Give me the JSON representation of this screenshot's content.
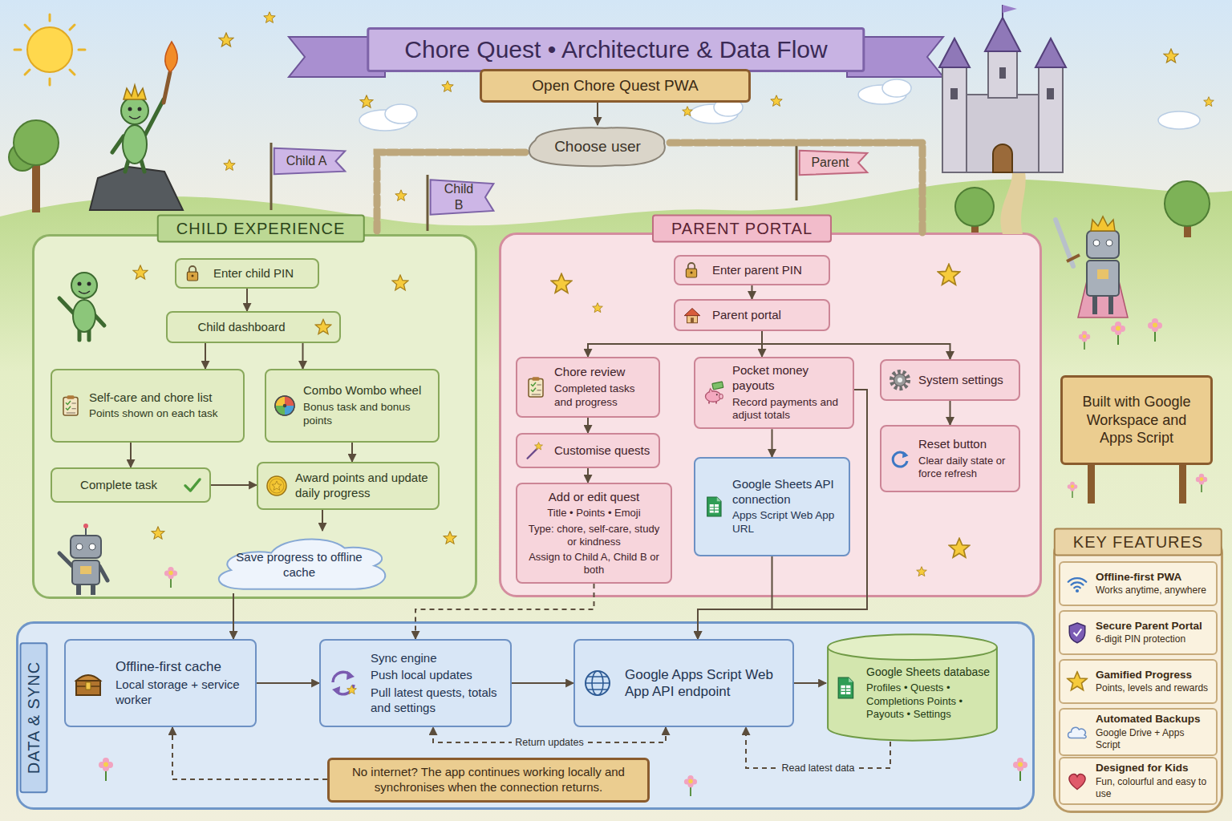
{
  "diagram": {
    "title": "Chore Quest • Architecture & Data Flow",
    "nodes": [
      {
        "text": [
          "Open Chore Quest PWA"
        ]
      },
      {
        "text": [
          "Choose user"
        ]
      },
      {
        "text": [
          "Child A"
        ]
      },
      {
        "text": [
          "Child B"
        ]
      },
      {
        "text": [
          "Parent"
        ]
      },
      {
        "text": [
          "CHILD EXPERIENCE"
        ]
      },
      {
        "text": [
          "Enter child PIN"
        ],
        "in": 5
      },
      {
        "text": [
          "Child dashboard"
        ],
        "in": 5
      },
      {
        "text": [
          "Self-care and chore list",
          "Points shown on each task"
        ],
        "in": 5
      },
      {
        "text": [
          "Combo Wombo wheel",
          "Bonus task and bonus points"
        ],
        "in": 5
      },
      {
        "text": [
          "Complete task"
        ],
        "in": 5
      },
      {
        "text": [
          "Award points and update daily progress"
        ],
        "in": 5
      },
      {
        "text": [
          "Save progress to offline cache"
        ],
        "in": 5
      },
      {
        "text": [
          "PARENT PORTAL"
        ]
      },
      {
        "text": [
          "Enter parent PIN"
        ],
        "in": 13
      },
      {
        "text": [
          "Parent portal"
        ],
        "in": 13
      },
      {
        "text": [
          "Chore review",
          "Completed tasks and progress"
        ],
        "in": 13
      },
      {
        "text": [
          "Pocket money payouts",
          "Record payments and adjust totals"
        ],
        "in": 13
      },
      {
        "text": [
          "System settings"
        ],
        "in": 13
      },
      {
        "text": [
          "Customise quests"
        ],
        "in": 13
      },
      {
        "text": [
          "Add or edit quest",
          "Title • Points • Emoji",
          "Type: chore, self-care, study or kindness",
          "Assign to Child A, Child B or both"
        ],
        "in": 13
      },
      {
        "text": [
          "Google Sheets API connection",
          "Apps Script Web App URL"
        ],
        "in": 13
      },
      {
        "text": [
          "Reset button",
          "Clear daily state or force refresh"
        ],
        "in": 13
      },
      {
        "text": [
          "DATA & SYNC"
        ]
      },
      {
        "text": [
          "Offline-first cache",
          "Local storage + service worker"
        ],
        "in": 23
      },
      {
        "text": [
          "Sync engine",
          "Push local updates",
          "Pull latest quests, totals and settings"
        ],
        "in": 23
      },
      {
        "text": [
          "Google Apps Script Web App API endpoint"
        ],
        "in": 23
      },
      {
        "text": [
          "Google Sheets database",
          "Profiles • Quests • Completions Points • Payouts • Settings"
        ],
        "in": 23
      },
      {
        "text": [
          "No internet? The app continues working locally and synchronises when the connection returns."
        ],
        "in": 23
      },
      {
        "text": [
          "Built with Google Workspace and Apps Script"
        ]
      },
      {
        "text": [
          "KEY FEATURES"
        ]
      },
      {
        "text": [
          "Offline-first PWA",
          "Works anytime, anywhere"
        ],
        "in": 30
      },
      {
        "text": [
          "Secure Parent Portal",
          "6-digit PIN protection"
        ],
        "in": 30
      },
      {
        "text": [
          "Gamified Progress",
          "Points, levels and rewards"
        ],
        "in": 30
      },
      {
        "text": [
          "Automated Backups",
          "Google Drive + Apps Script"
        ],
        "in": 30
      },
      {
        "text": [
          "Designed for Kids",
          "Fun, colourful and easy to use"
        ],
        "in": 30
      }
    ],
    "edges": [
      {
        "from": 0,
        "to": 1,
        "arrow": "to"
      },
      {
        "from": 1,
        "to": 5,
        "arrow": "none"
      },
      {
        "from": 1,
        "to": 13,
        "arrow": "none"
      },
      {
        "from": 6,
        "to": 7,
        "arrow": "to"
      },
      {
        "from": 7,
        "to": 8,
        "arrow": "to"
      },
      {
        "from": 7,
        "to": 9,
        "arrow": "to"
      },
      {
        "from": 8,
        "to": 10,
        "arrow": "to"
      },
      {
        "from": 10,
        "to": 11,
        "arrow": "to"
      },
      {
        "from": 9,
        "to": 11,
        "arrow": "to"
      },
      {
        "from": 11,
        "to": 12,
        "arrow": "to"
      },
      {
        "from": 12,
        "to": 24,
        "arrow": "to"
      },
      {
        "from": 14,
        "to": 15,
        "arrow": "to"
      },
      {
        "from": 15,
        "to": 16,
        "arrow": "to"
      },
      {
        "from": 15,
        "to": 17,
        "arrow": "to"
      },
      {
        "from": 15,
        "to": 18,
        "arrow": "to"
      },
      {
        "from": 16,
        "to": 19,
        "arrow": "to"
      },
      {
        "from": 19,
        "to": 20,
        "arrow": "to"
      },
      {
        "from": 17,
        "to": 21,
        "arrow": "to"
      },
      {
        "from": 18,
        "to": 22,
        "arrow": "to"
      },
      {
        "from": 20,
        "to": 25,
        "arrow": "to"
      },
      {
        "from": 21,
        "to": 26,
        "arrow": "to"
      },
      {
        "from": 17,
        "to": 26,
        "arrow": "to"
      },
      {
        "from": 24,
        "to": 25,
        "arrow": "to"
      },
      {
        "from": 25,
        "to": 26,
        "arrow": "to"
      },
      {
        "from": 26,
        "to": 27,
        "arrow": "to"
      },
      {
        "from": 26,
        "to": 25,
        "label": "Return updates",
        "arrow": "both"
      },
      {
        "from": 27,
        "to": 26,
        "label": "Read latest data",
        "arrow": "to"
      },
      {
        "from": 28,
        "to": 24,
        "arrow": "to"
      }
    ]
  }
}
